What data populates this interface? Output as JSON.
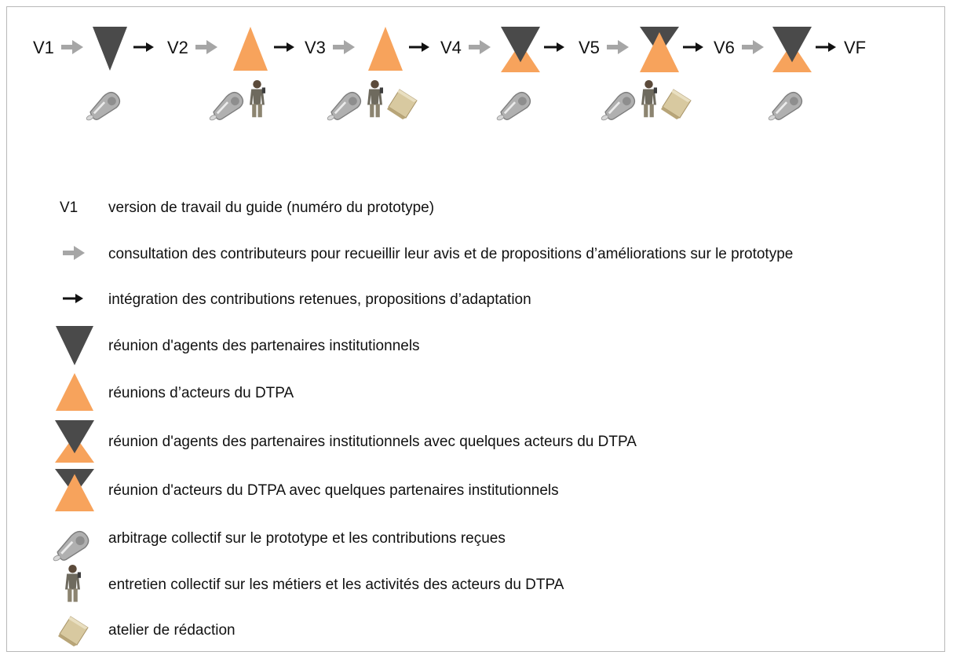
{
  "flow": {
    "steps": [
      {
        "version": "V1",
        "meeting": "down-dark-triangle",
        "symbols": [
          "whistle-icon"
        ]
      },
      {
        "version": "V2",
        "meeting": "up-orange-triangle",
        "symbols": [
          "whistle-icon",
          "person-icon"
        ]
      },
      {
        "version": "V3",
        "meeting": "up-orange-triangle",
        "symbols": [
          "whistle-icon",
          "person-icon",
          "paper-icon"
        ]
      },
      {
        "version": "V4",
        "meeting": "dark-over-orange",
        "symbols": [
          "whistle-icon"
        ]
      },
      {
        "version": "V5",
        "meeting": "orange-over-dark",
        "symbols": [
          "whistle-icon",
          "person-icon",
          "paper-icon"
        ]
      },
      {
        "version": "V6",
        "meeting": "dark-over-orange",
        "symbols": [
          "whistle-icon"
        ]
      },
      {
        "version": "VF",
        "meeting": null,
        "symbols": []
      }
    ]
  },
  "legend": [
    {
      "symbol": "version-label",
      "symbol_text": "V1",
      "text": "version de travail du guide (numéro du prototype)"
    },
    {
      "symbol": "gray-arrow-icon",
      "text": "consultation des contributeurs pour recueillir leur avis et de propositions d’améliorations sur le prototype"
    },
    {
      "symbol": "black-arrow-icon",
      "text": "intégration des contributions retenues, propositions d’adaptation"
    },
    {
      "symbol": "down-dark-triangle-icon",
      "text": "réunion d'agents des partenaires institutionnels"
    },
    {
      "symbol": "up-orange-triangle-icon",
      "text": "réunions d’acteurs du DTPA"
    },
    {
      "symbol": "dark-over-orange-icon",
      "text": "réunion d'agents des partenaires institutionnels avec quelques acteurs du DTPA"
    },
    {
      "symbol": "orange-over-dark-icon",
      "text": "réunion d'acteurs du DTPA avec quelques partenaires institutionnels"
    },
    {
      "symbol": "whistle-icon",
      "text": "arbitrage collectif sur le prototype et les contributions reçues"
    },
    {
      "symbol": "person-icon",
      "text": "entretien collectif sur les métiers et les activités des acteurs du DTPA"
    },
    {
      "symbol": "paper-icon",
      "text": "atelier de rédaction"
    }
  ],
  "colors": {
    "dark": "#4a4a4a",
    "orange": "#f7a35c",
    "gray_arrow": "#a6a6a6",
    "black_arrow": "#111111",
    "paper": "#d8c9a0",
    "whistle": "#b0b0b0"
  }
}
